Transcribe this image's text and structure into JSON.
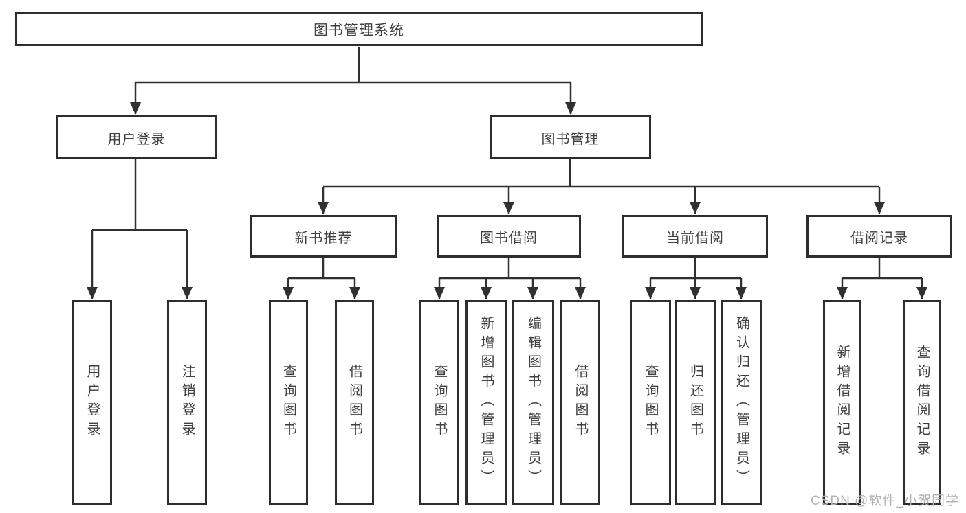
{
  "diagram": {
    "root": {
      "label": "图书管理系统"
    },
    "level2": [
      {
        "label": "用户登录"
      },
      {
        "label": "图书管理"
      }
    ],
    "level3": [
      {
        "label": "新书推荐"
      },
      {
        "label": "图书借阅"
      },
      {
        "label": "当前借阅"
      },
      {
        "label": "借阅记录"
      }
    ],
    "leaves": [
      {
        "items": [
          "用户登录",
          "注销登录"
        ]
      },
      {
        "items": [
          "查询图书",
          "借阅图书"
        ]
      },
      {
        "items": [
          "查询图书",
          "新增图书（管理员）",
          "编辑图书（管理员）",
          "借阅图书"
        ]
      },
      {
        "items": [
          "查询图书",
          "归还图书",
          "确认归还（管理员）"
        ]
      },
      {
        "items": [
          "新增借阅记录",
          "查询借阅记录"
        ]
      }
    ]
  },
  "watermark": "CSDN @软件_小贺同学",
  "colors": {
    "line": "#303030",
    "border": "#2d2d2d",
    "text": "#3f3f3f",
    "background": "#ffffff",
    "watermark": "#b3b3b3"
  }
}
